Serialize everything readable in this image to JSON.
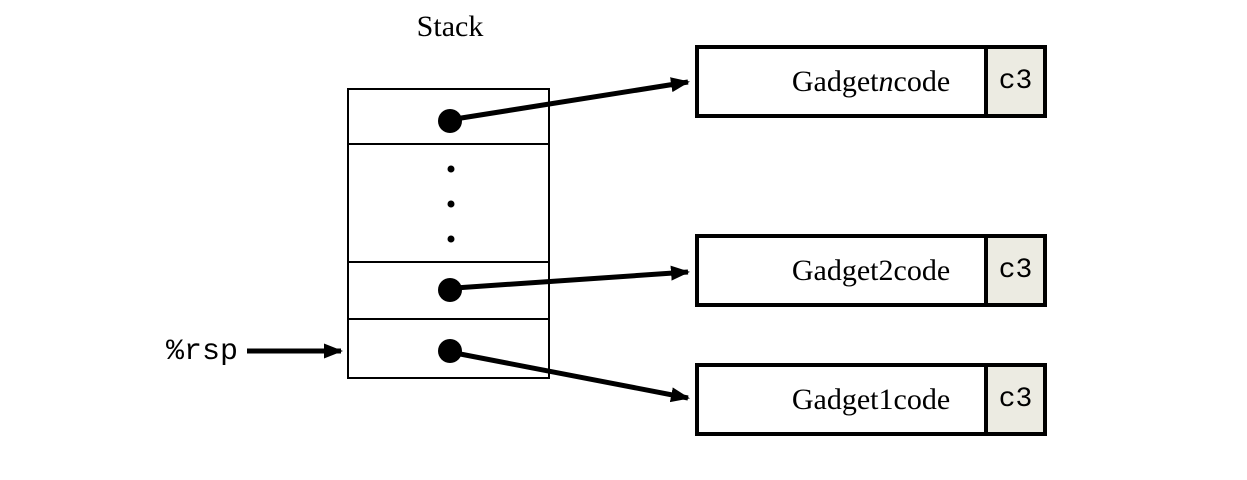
{
  "title": "Stack",
  "pointer": {
    "label": "%rsp"
  },
  "gadgets": [
    {
      "prefix": "Gadget",
      "index": "n",
      "suffix": "code",
      "ret": "c3"
    },
    {
      "prefix": "Gadget",
      "index": "2",
      "suffix": "code",
      "ret": "c3"
    },
    {
      "prefix": "Gadget",
      "index": "1",
      "suffix": "code",
      "ret": "c3"
    }
  ],
  "colors": {
    "line": "#000000",
    "ret_cell_bg": "#ECEBE2",
    "background": "#FFFFFF"
  }
}
